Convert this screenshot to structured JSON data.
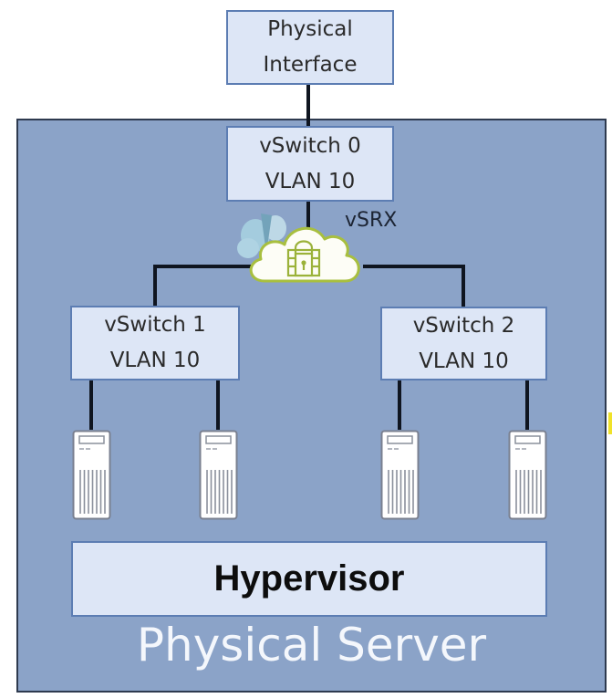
{
  "diagram": {
    "title": "vSRX virtual network on a physical server",
    "container_label": "Physical Server",
    "nodes": {
      "physical_interface": {
        "line1": "Physical",
        "line2": "Interface"
      },
      "vswitch0": {
        "line1": "vSwitch 0",
        "line2": "VLAN 10"
      },
      "vswitch1": {
        "line1": "vSwitch 1",
        "line2": "VLAN 10"
      },
      "vswitch2": {
        "line1": "vSwitch 2",
        "line2": "VLAN 10"
      },
      "hypervisor": {
        "label": "Hypervisor"
      }
    },
    "firewall": {
      "label": "vSRX",
      "icon": "cloud-firewall-lock-icon"
    },
    "servers": [
      {
        "id": "server-1",
        "attached_to": "vSwitch 1",
        "icon": "server-tower-icon"
      },
      {
        "id": "server-2",
        "attached_to": "vSwitch 1",
        "icon": "server-tower-icon"
      },
      {
        "id": "server-3",
        "attached_to": "vSwitch 2",
        "icon": "server-tower-icon"
      },
      {
        "id": "server-4",
        "attached_to": "vSwitch 2",
        "icon": "server-tower-icon"
      }
    ],
    "connections": [
      [
        "Physical Interface",
        "vSwitch 0"
      ],
      [
        "vSwitch 0",
        "vSRX"
      ],
      [
        "vSRX",
        "vSwitch 1"
      ],
      [
        "vSRX",
        "vSwitch 2"
      ],
      [
        "vSwitch 1",
        "server-1"
      ],
      [
        "vSwitch 1",
        "server-2"
      ],
      [
        "vSwitch 2",
        "server-3"
      ],
      [
        "vSwitch 2",
        "server-4"
      ]
    ],
    "colors": {
      "container_fill": "#8ba3c8",
      "container_border": "#2e3a4f",
      "node_fill": "#dde6f6",
      "node_border": "#5c7db3",
      "wire": "#0f1520",
      "firewall_accent": "#9bb23a",
      "container_label": "#f4f7fc"
    }
  }
}
